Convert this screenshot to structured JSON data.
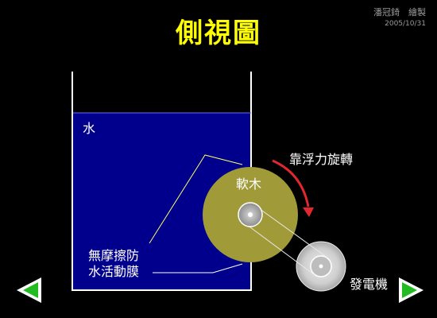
{
  "title": "側視圖",
  "author": "潘冠錡　繪製",
  "date": "2005/10/31",
  "labels": {
    "water": "水",
    "cork": "軟木",
    "buoyancy": "靠浮力旋轉",
    "membrane_line1": "無摩擦防",
    "membrane_line2": "水活動膜",
    "generator": "發電機"
  },
  "colors": {
    "water": "#00008c",
    "cork": "#a09b38",
    "title": "#ffff00",
    "arrow": "#e0282e",
    "nav": "#22bb22"
  },
  "icons": {
    "prev": "left-triangle-arrow",
    "next": "right-triangle-arrow"
  }
}
